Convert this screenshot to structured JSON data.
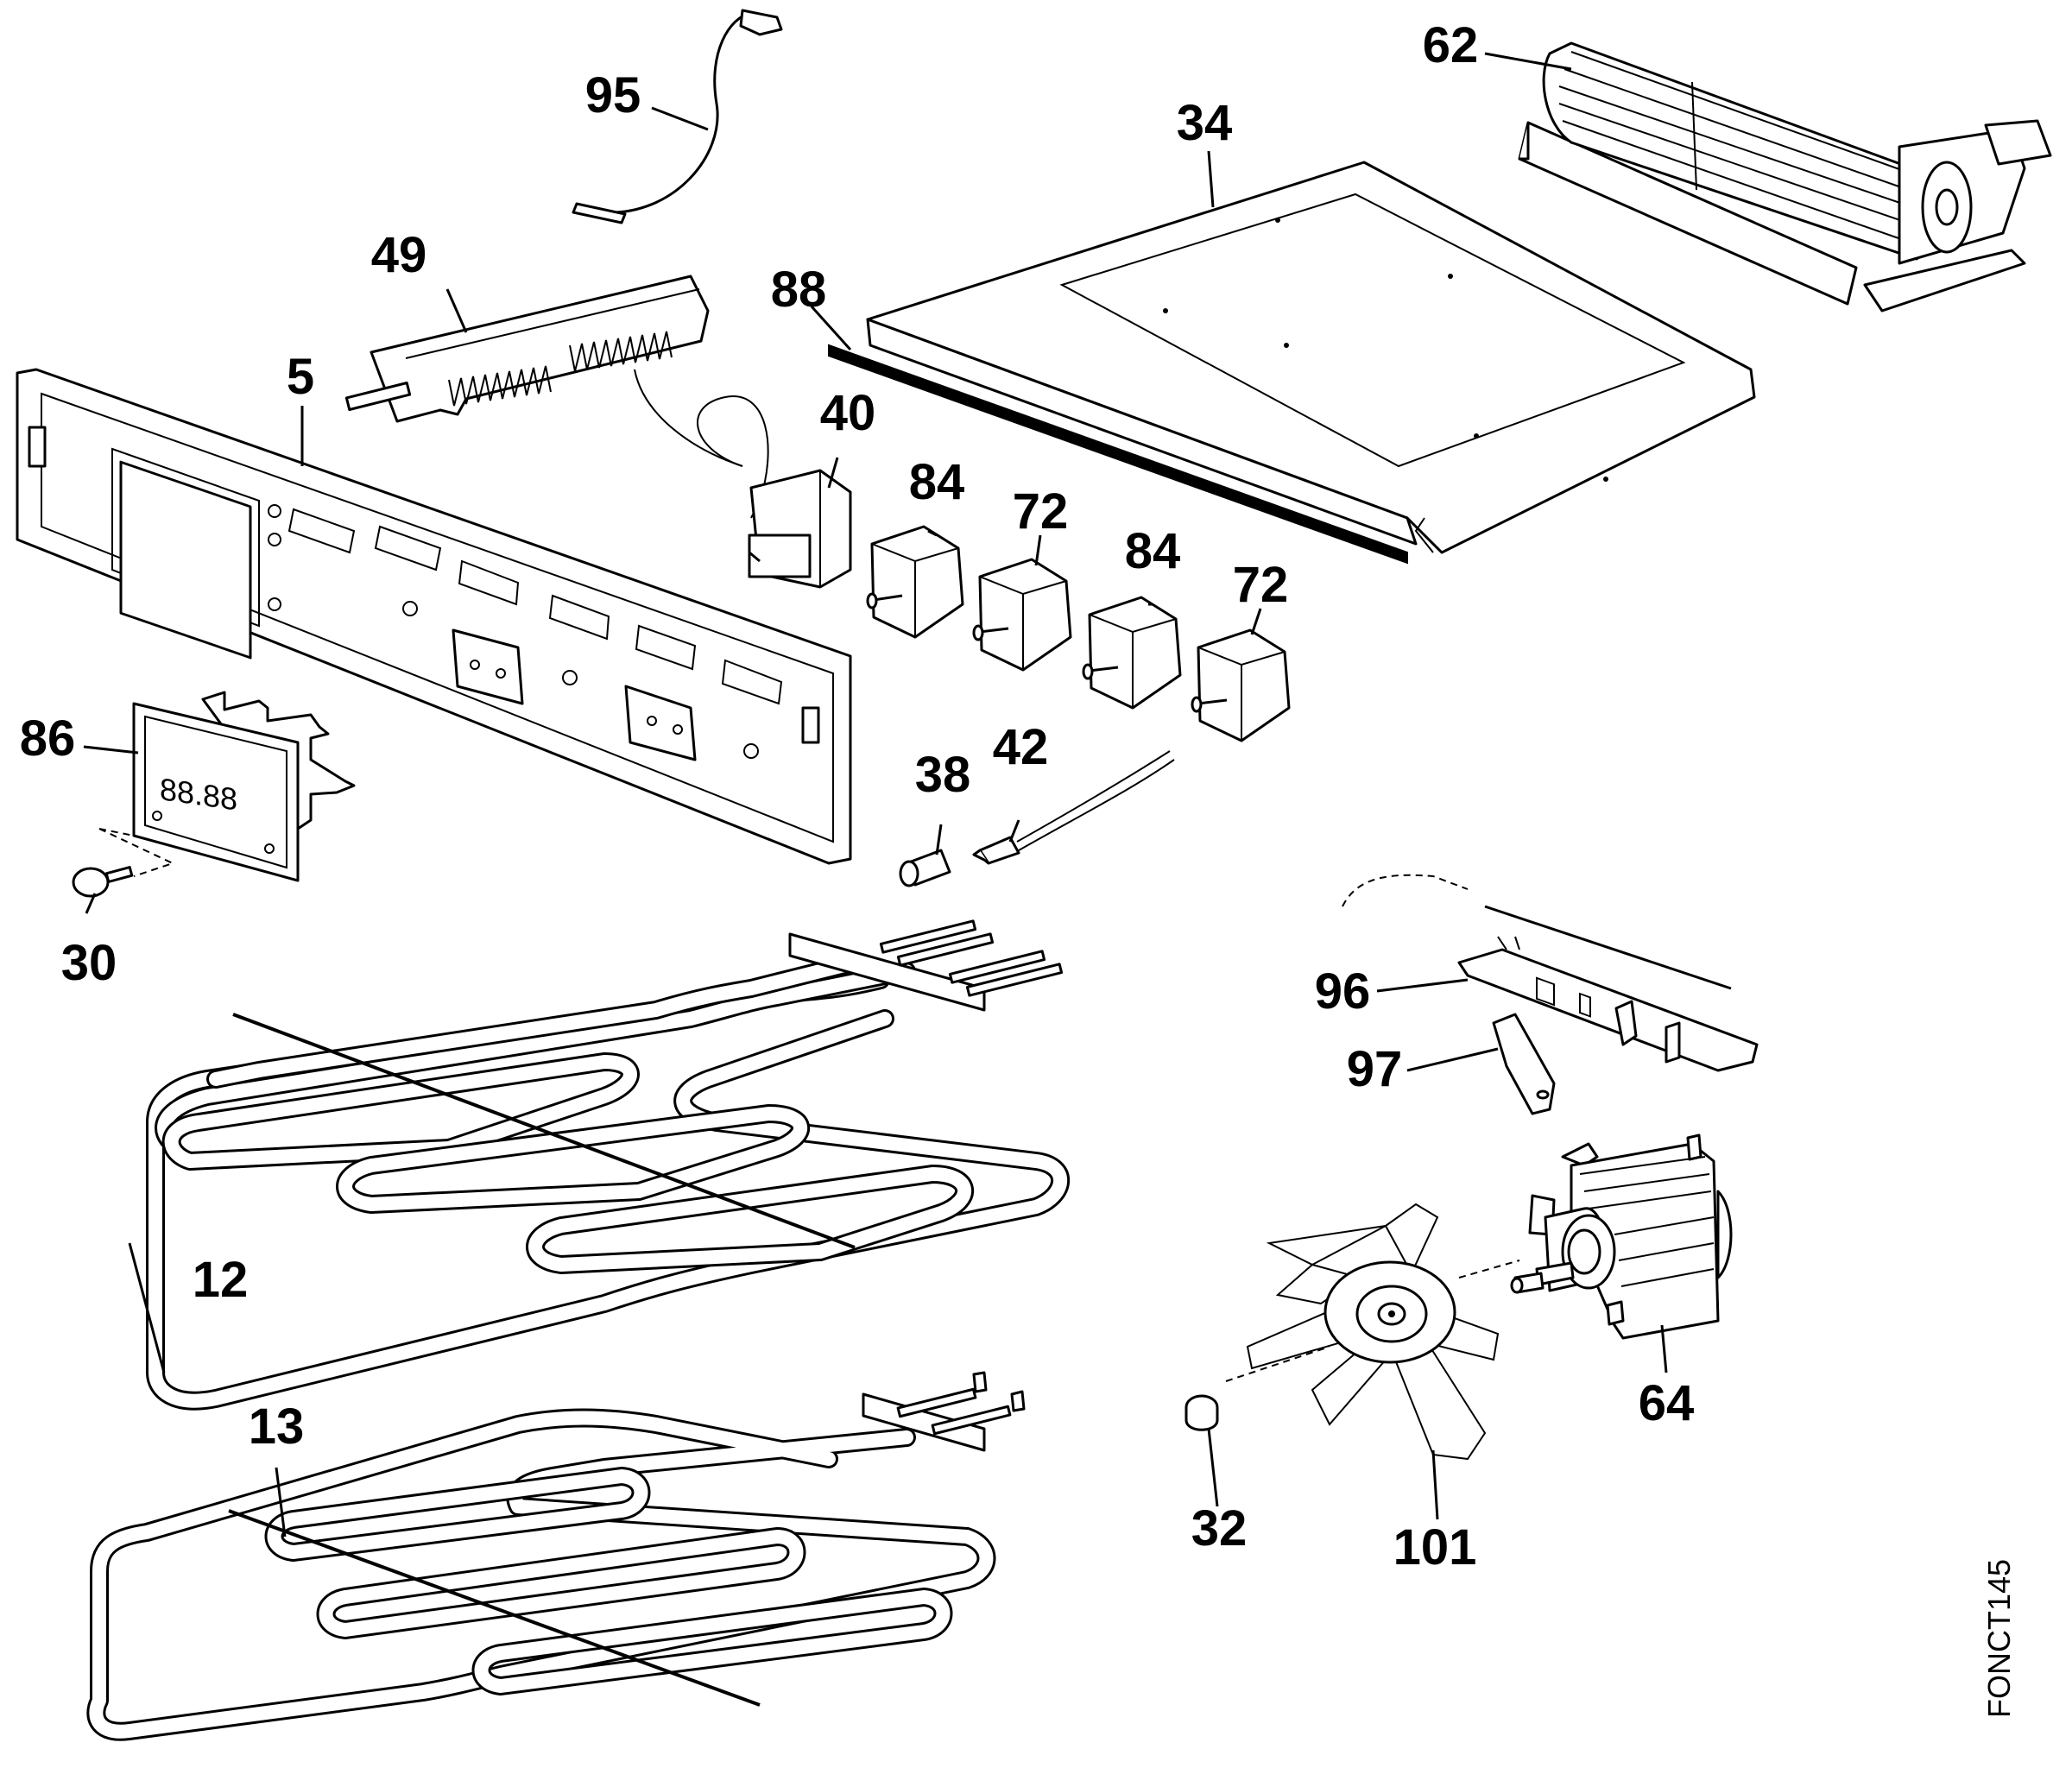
{
  "diagram": {
    "parts": [
      {
        "id": "part-5",
        "label": "5"
      },
      {
        "id": "part-12",
        "label": "12"
      },
      {
        "id": "part-13",
        "label": "13"
      },
      {
        "id": "part-30",
        "label": "30"
      },
      {
        "id": "part-32",
        "label": "32"
      },
      {
        "id": "part-34",
        "label": "34"
      },
      {
        "id": "part-38",
        "label": "38"
      },
      {
        "id": "part-40",
        "label": "40"
      },
      {
        "id": "part-42",
        "label": "42"
      },
      {
        "id": "part-49",
        "label": "49"
      },
      {
        "id": "part-62",
        "label": "62"
      },
      {
        "id": "part-64",
        "label": "64"
      },
      {
        "id": "part-72a",
        "label": "72"
      },
      {
        "id": "part-72b",
        "label": "72"
      },
      {
        "id": "part-84a",
        "label": "84"
      },
      {
        "id": "part-84b",
        "label": "84"
      },
      {
        "id": "part-86",
        "label": "86"
      },
      {
        "id": "part-88",
        "label": "88"
      },
      {
        "id": "part-95",
        "label": "95"
      },
      {
        "id": "part-96",
        "label": "96"
      },
      {
        "id": "part-97",
        "label": "97"
      },
      {
        "id": "part-101",
        "label": "101"
      }
    ],
    "display_readout": "88.88",
    "drawing_code": "FONCT145"
  }
}
